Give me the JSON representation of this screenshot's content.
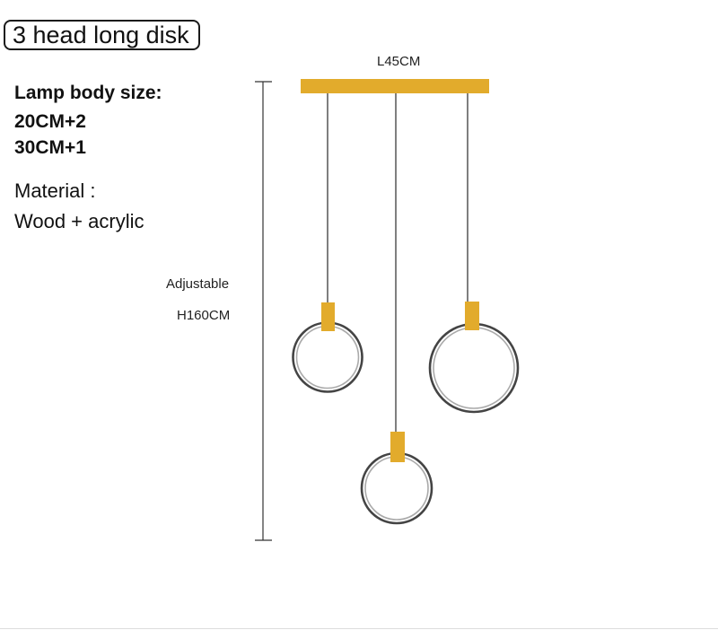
{
  "title": "3 head long disk",
  "specs": {
    "body_size_label": "Lamp body size:",
    "size_1": "20CM+2",
    "size_2": "30CM+1",
    "material_label": "Material :",
    "material_value": "Wood + acrylic"
  },
  "dimensions": {
    "length": "L45CM",
    "adjustable": "Adjustable",
    "height": "H160CM"
  },
  "colors": {
    "wood": "#e2ab2c",
    "cord": "#555555",
    "ring_outer": "#444444",
    "ring_inner": "#aaaaaa",
    "dim_line": "#333333"
  }
}
